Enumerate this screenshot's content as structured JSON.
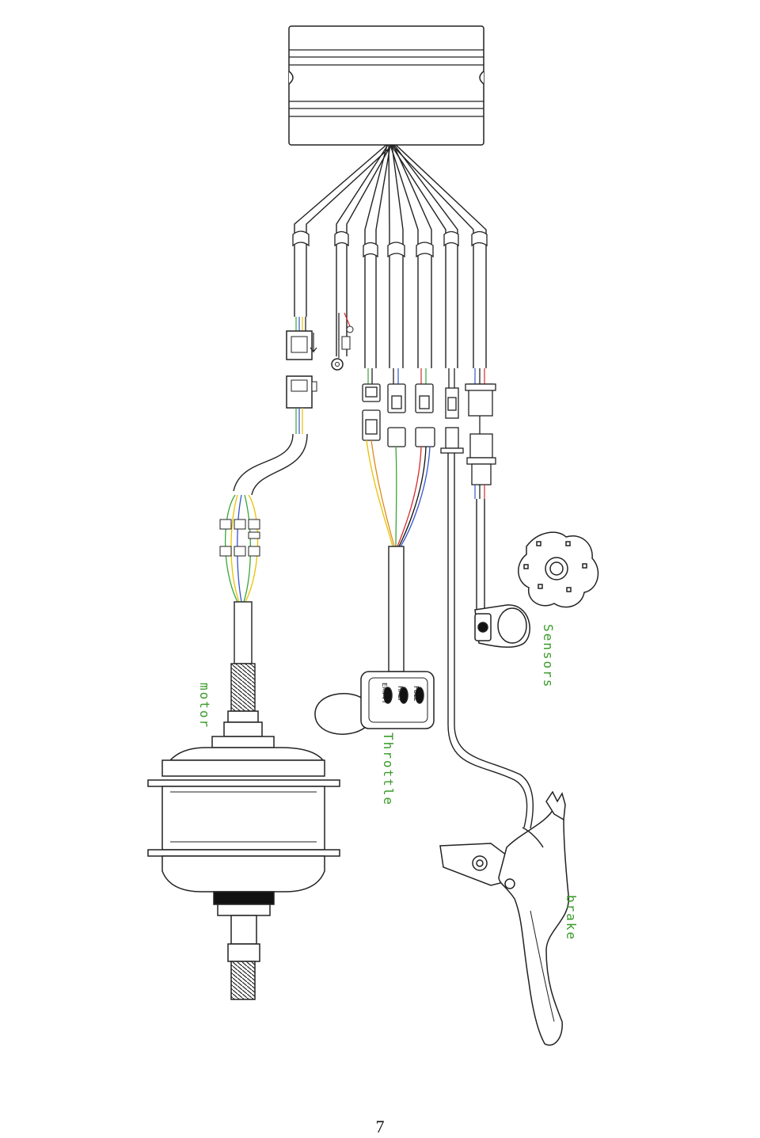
{
  "labels": {
    "motor": "motor",
    "throttle": "Throttle",
    "sensors": "Sensors",
    "brake": "brake"
  },
  "gauge": {
    "full": "FULL",
    "half": "HALF",
    "empty": "EMPTY"
  },
  "page_number": "7",
  "colors": {
    "outline": "#222222",
    "label_green": "#3a9a2a",
    "wire_yellow": "#e8c200",
    "wire_green": "#3aa53a",
    "wire_blue": "#3355cc",
    "wire_red": "#d42a2a",
    "wire_black": "#111111",
    "wire_orange": "#e08a1a"
  }
}
